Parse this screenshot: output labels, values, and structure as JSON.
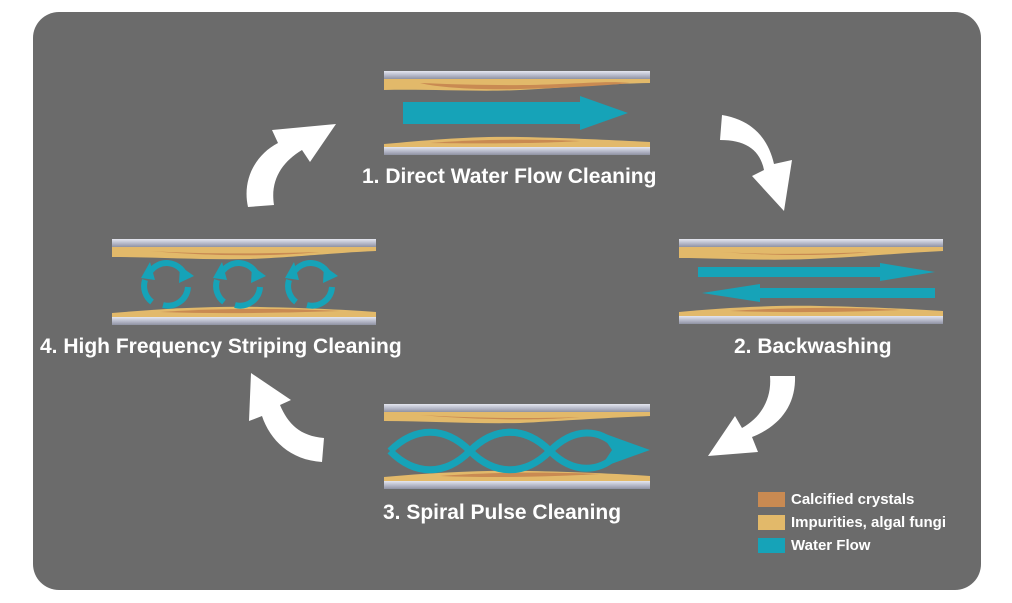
{
  "steps": {
    "step1": "1. Direct Water Flow Cleaning",
    "step2": "2. Backwashing",
    "step3": "3. Spiral Pulse Cleaning",
    "step4": "4. High Frequency Striping Cleaning"
  },
  "legend": [
    {
      "label": "Calcified crystals",
      "color": "#c98a52"
    },
    {
      "label": "Impurities, algal fungi",
      "color": "#e2b96a"
    },
    {
      "label": "Water Flow",
      "color": "#16a3b8"
    }
  ],
  "colors": {
    "background": "#6b6b6b",
    "pipe": "#c4c6d6",
    "arrow": "#ffffff"
  }
}
